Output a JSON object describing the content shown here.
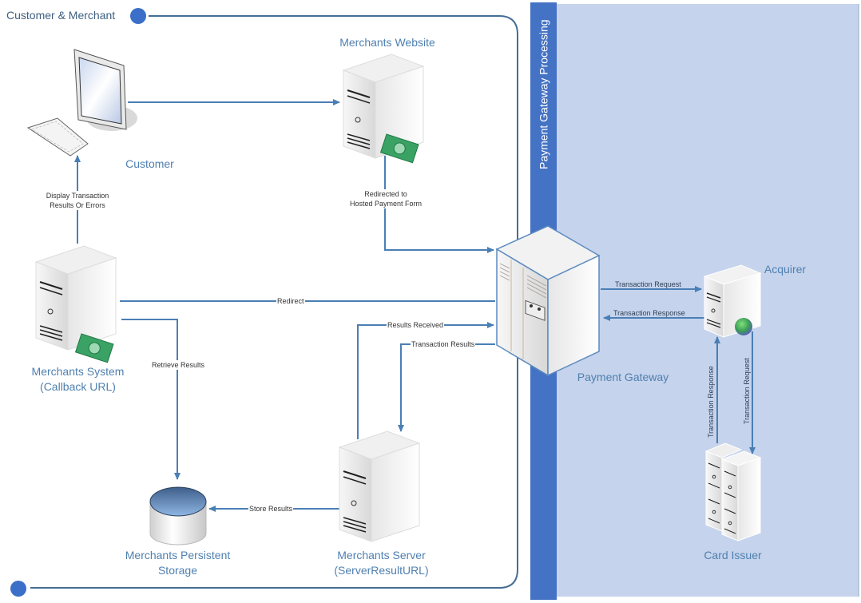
{
  "lanes": {
    "customer_merchant": "Customer & Merchant",
    "payment_processing": "Payment Gateway Processing"
  },
  "nodes": {
    "customer": "Customer",
    "merchants_website": "Merchants Website",
    "merchants_system": [
      "Merchants System",
      "(Callback URL)"
    ],
    "payment_gateway": "Payment Gateway",
    "acquirer": "Acquirer",
    "card_issuer": "Card Issuer",
    "persistent_storage": [
      "Merchants Persistent",
      "Storage"
    ],
    "merchants_server": [
      "Merchants Server",
      "(ServerResultURL)"
    ]
  },
  "edges": {
    "display_results": [
      "Display Transaction",
      "Results Or Errors"
    ],
    "redirected": [
      "Redirected to",
      "Hosted Payment Form"
    ],
    "redirect": "Redirect",
    "retrieve_results": "Retrieve Results",
    "results_received": "Results Received",
    "transaction_results": "Transaction Results",
    "store_results": "Store Results",
    "transaction_request": "Transaction Request",
    "transaction_response": "Transaction Response",
    "issuer_response": "Transaction Response",
    "issuer_request": "Transaction Request"
  },
  "colors": {
    "lane_header": "#4472c4",
    "lane_fill": "#c5d3ec",
    "connector": "#4f81bd",
    "label": "#4f80b0"
  }
}
